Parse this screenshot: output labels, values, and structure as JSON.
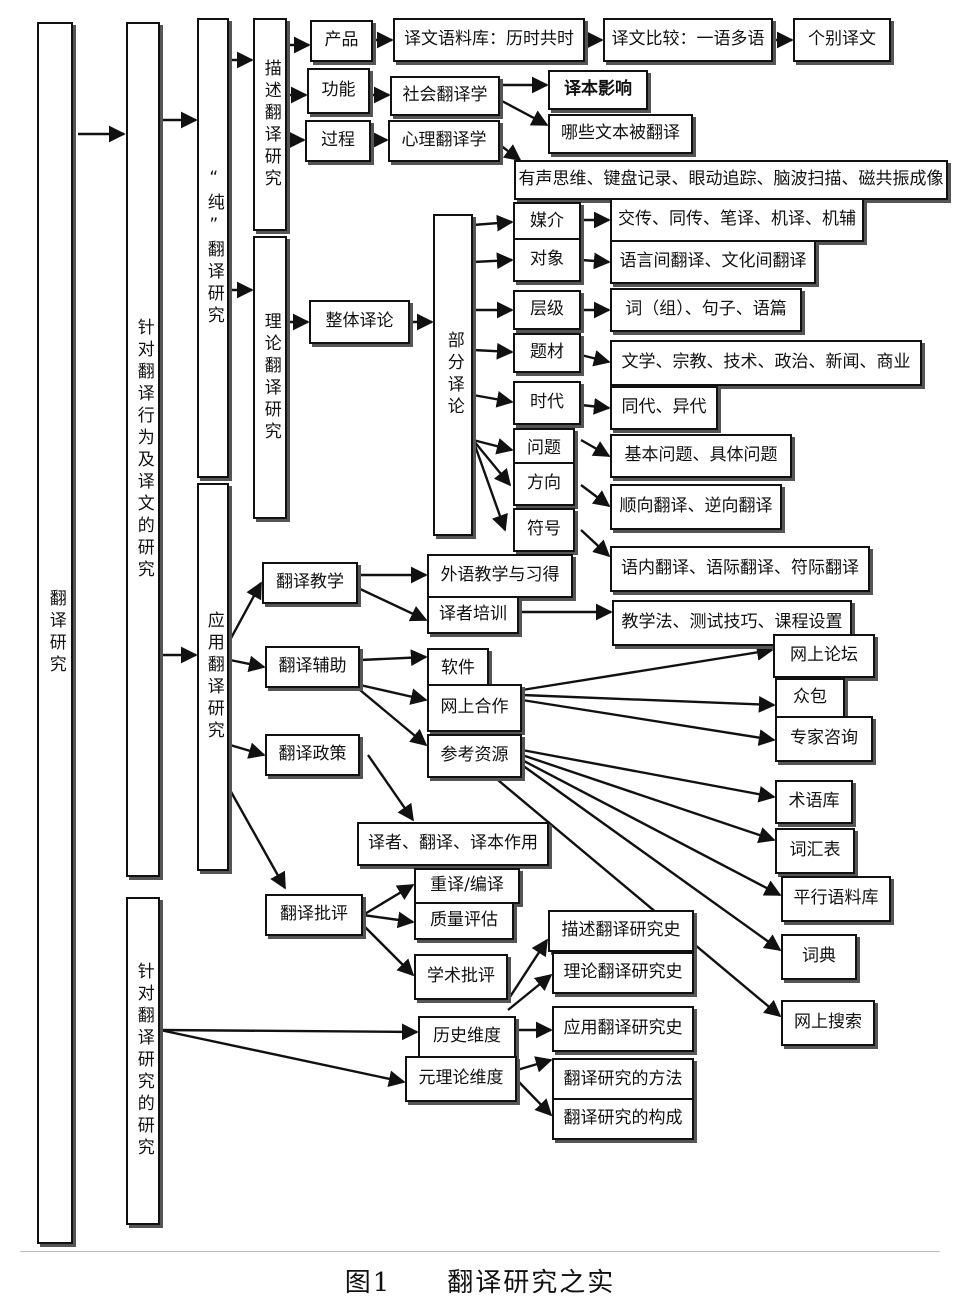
{
  "caption": "图1　　翻译研究之实",
  "nodes": {
    "root": "翻译研究",
    "behavior": "针对翻译行为及译文的研究",
    "meta": "针对翻译研究的研究",
    "pure": "“纯”翻译研究",
    "applied": "应用翻译研究",
    "descriptive": "描述翻译研究",
    "theoretical": "理论翻译研究",
    "product": "产品",
    "function": "功能",
    "process": "过程",
    "corpus": "译文语料库：历时共时",
    "compare": "译文比较：一语多语",
    "individual": "个别译文",
    "sociotrans": "社会翻译学",
    "psychotrans": "心理翻译学",
    "impact": "译本影响",
    "which_texts": "哪些文本被翻译",
    "methods": "有声思维、键盘记录、眼动追踪、脑波扫描、磁共振成像",
    "general_theory": "整体译论",
    "partial_theory": "部分译论",
    "medium": "媒介",
    "object": "对象",
    "level": "层级",
    "subject": "题材",
    "era": "时代",
    "problem": "问题",
    "direction": "方向",
    "sign": "符号",
    "medium_d": "交传、同传、笔译、机译、机辅",
    "object_d": "语言间翻译、文化间翻译",
    "level_d": "词（组）、句子、语篇",
    "subject_d": "文学、宗教、技术、政治、新闻、商业",
    "era_d": "同代、异代",
    "problem_d": "基本问题、具体问题",
    "direction_d": "顺向翻译、逆向翻译",
    "sign_d": "语内翻译、语际翻译、符际翻译",
    "teaching": "翻译教学",
    "aid": "翻译辅助",
    "policy": "翻译政策",
    "criticism": "翻译批评",
    "foreign_lang": "外语教学与习得",
    "trainer": "译者培训",
    "pedagogy": "教学法、测试技巧、课程设置",
    "software": "软件",
    "collab": "网上合作",
    "reference": "参考资源",
    "forum": "网上论坛",
    "crowd": "众包",
    "expert": "专家咨询",
    "termbase": "术语库",
    "glossary": "词汇表",
    "parallel": "平行语料库",
    "dictionary": "词典",
    "websearch": "网上搜索",
    "role": "译者、翻译、译本作用",
    "retrans": "重译/编译",
    "quality": "质量评估",
    "academic": "学术批评",
    "history_dim": "历史维度",
    "meta_dim": "元理论维度",
    "desc_hist": "描述翻译研究史",
    "theo_hist": "理论翻译研究史",
    "app_hist": "应用翻译研究史",
    "method": "翻译研究的方法",
    "composition": "翻译研究的构成"
  }
}
